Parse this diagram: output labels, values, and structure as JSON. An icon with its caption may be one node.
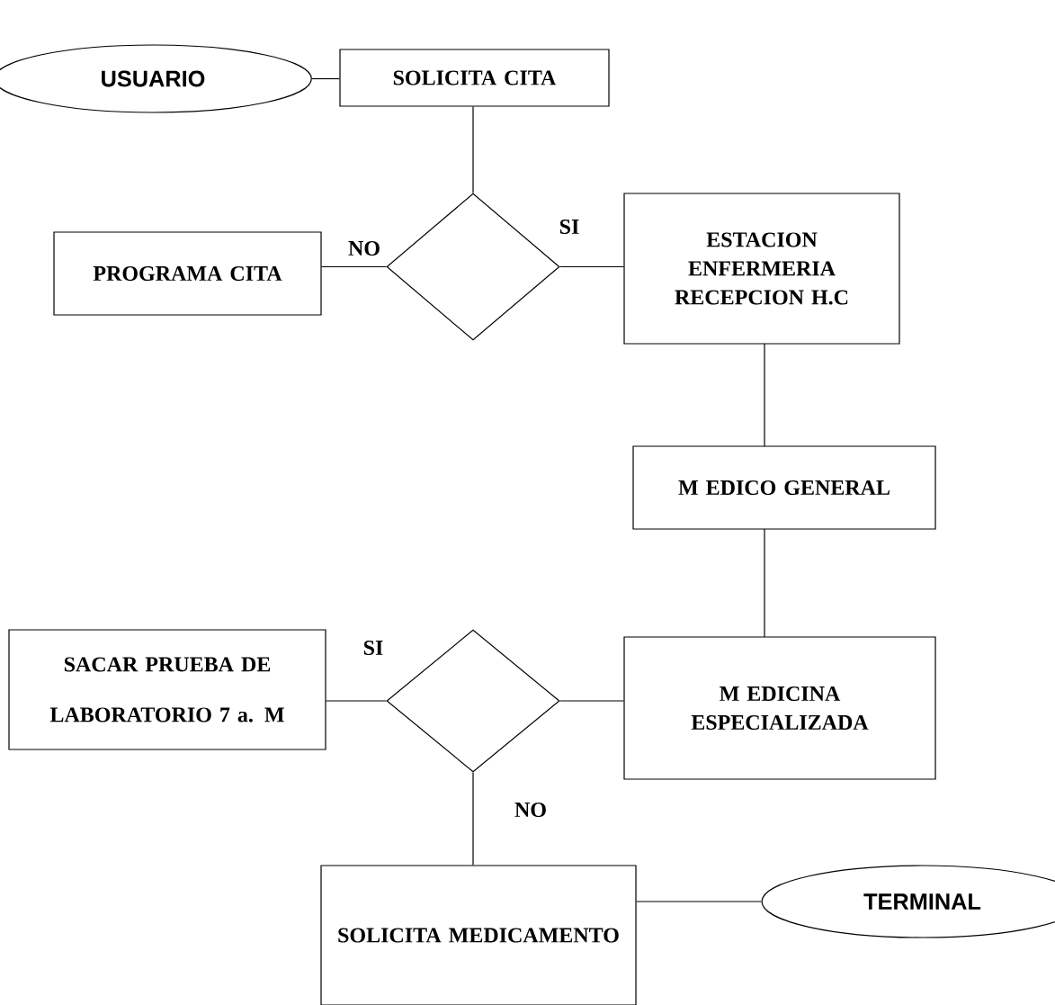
{
  "diagram": {
    "nodes": [
      {
        "text": [
          "USUARIO"
        ]
      },
      {
        "text": [
          "SOLICITA CITA"
        ]
      },
      {
        "text": [],
        "shape": "diamond"
      },
      {
        "text": [
          "PROGRAMA CITA"
        ]
      },
      {
        "text": [
          "ESTACION ENFERMERIA RECEPCION H.C"
        ]
      },
      {
        "text": [
          "M EDICO GENERAL"
        ]
      },
      {
        "text": [
          "M EDICINA ESPECIALIZADA"
        ]
      },
      {
        "text": [],
        "shape": "diamond"
      },
      {
        "text": [
          "SACAR PRUEBA DE",
          "LABORATORIO 7 a. M"
        ]
      },
      {
        "text": [
          "SOLICITA MEDICAMENTO"
        ]
      },
      {
        "text": [
          "TERMINAL"
        ]
      }
    ],
    "edges": [
      {
        "from": 0,
        "to": 1,
        "arrow": "none"
      },
      {
        "from": 1,
        "to": 2,
        "arrow": "none"
      },
      {
        "from": 2,
        "to": 3,
        "arrow": "none",
        "label": "NO"
      },
      {
        "from": 2,
        "to": 4,
        "arrow": "none",
        "label": "SI"
      },
      {
        "from": 4,
        "to": 5,
        "arrow": "none"
      },
      {
        "from": 5,
        "to": 6,
        "arrow": "none"
      },
      {
        "from": 6,
        "to": 7,
        "arrow": "none"
      },
      {
        "from": 7,
        "to": 8,
        "arrow": "none",
        "label": "SI"
      },
      {
        "from": 7,
        "to": 9,
        "arrow": "none",
        "label": "NO"
      },
      {
        "from": 9,
        "to": 10,
        "arrow": "none"
      }
    ]
  }
}
